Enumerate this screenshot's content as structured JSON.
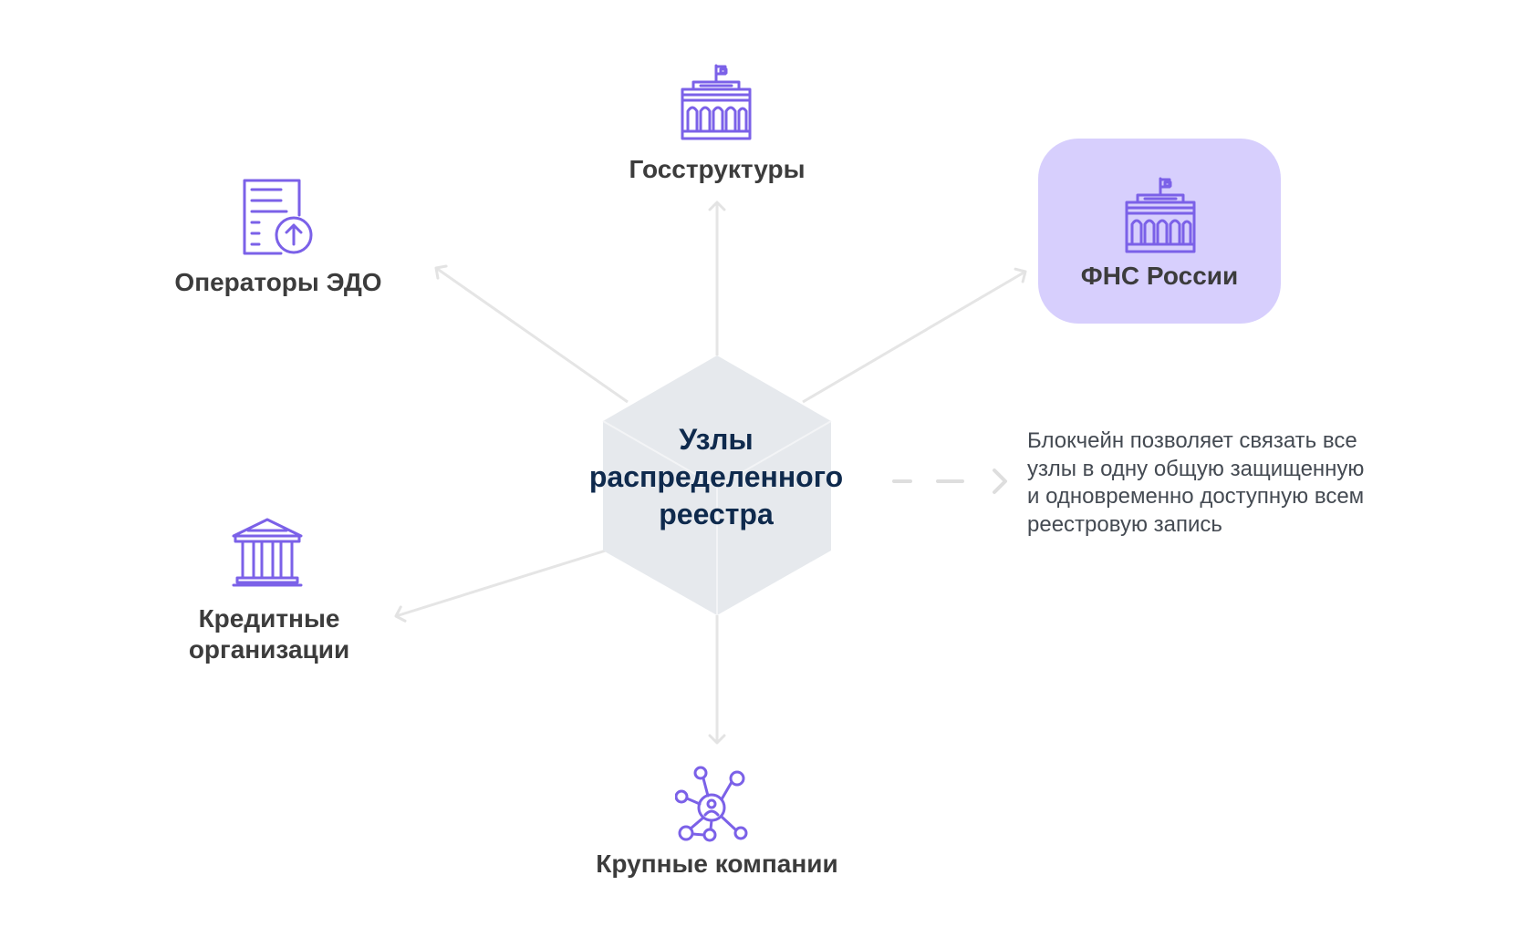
{
  "center": {
    "title_lines": [
      "Узлы",
      "распределенного",
      "реестра"
    ]
  },
  "nodes": {
    "gov": {
      "label": "Госструктуры",
      "icon": "government-building-flag-icon"
    },
    "edo": {
      "label": "Операторы ЭДО",
      "icon": "document-upload-icon"
    },
    "fns": {
      "label": "ФНС России",
      "icon": "government-building-flag-icon",
      "highlighted": true
    },
    "banks": {
      "label_lines": [
        "Кредитные",
        "организации"
      ],
      "icon": "bank-columns-icon"
    },
    "companies": {
      "label": "Крупные компании",
      "icon": "network-user-icon"
    }
  },
  "note": {
    "lines": [
      "Блокчейн позволяет связать все",
      "узлы в одну общую защищенную",
      "и одновременно доступную всем",
      "реестровую запись"
    ]
  },
  "colors": {
    "accent": "#7b61e8",
    "highlight_bg": "#d7cffd",
    "hexagon": "#e6e9ed",
    "connector": "#e5e5e5",
    "title": "#0f2a4d",
    "label": "#3c3c3c",
    "note_text": "#444a52"
  }
}
